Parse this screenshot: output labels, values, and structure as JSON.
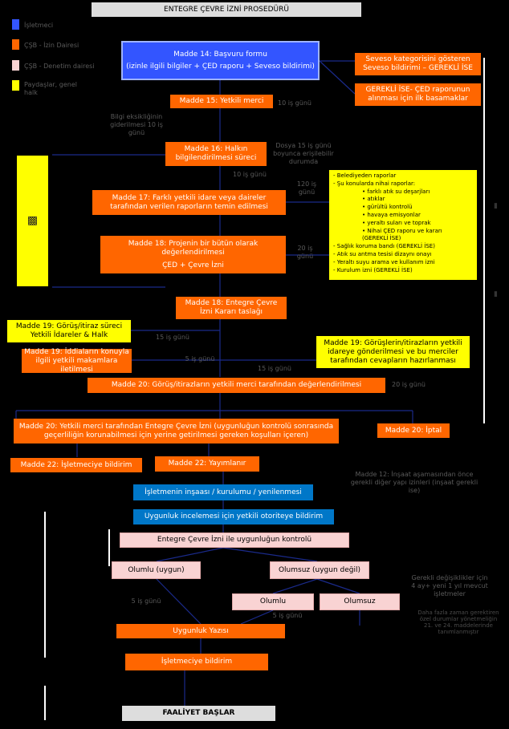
{
  "title": "ENTEGRE ÇEVRE İZNİ PROSEDÜRÜ",
  "legend": [
    {
      "label": "İşletmeci",
      "color": "#3355ff"
    },
    {
      "label": "ÇŞB - İzin Dairesi",
      "color": "#ff6600"
    },
    {
      "label": "ÇŞB - Denetim dairesi",
      "color": "#f9d3d3"
    },
    {
      "label": "Paydaşlar, genel halk",
      "color": "#ffff00"
    }
  ],
  "boxes": {
    "m14": {
      "line1": "Madde 14: Başvuru formu",
      "line2": "(izinle ilgili bilgiler + ÇED raporu + Seveso bildirimi)"
    },
    "seveso": "Seveso kategorisini gösteren Seveso bildirimi – GEREKLİ İSE",
    "gerekli_ced": "GEREKLİ İSE- ÇED raporunun alınması için ilk basamaklar",
    "m15": "Madde 15: Yetkili merci",
    "m16": "Madde 16: Halkın bilgilendirilmesi süreci",
    "m17": "Madde 17: Farklı yetkili idare veya daireler tarafından verilen raporların temin edilmesi",
    "m18a": {
      "line1": "Madde 18: Projenin bir bütün olarak değerlendirilmesi",
      "line2": "ÇED + Çevre İzni"
    },
    "m18b": "Madde 18: Entegre Çevre İzni Kararı taslağı",
    "m19a": "Madde 19: Görüş/itiraz süreci Yetkili İdareler & Halk",
    "m19b": "Madde 19: İddiaların konuyla ilgili yetkili makamlara iletilmesi",
    "m19c": "Madde 19: Görüşlerin/itirazların yetkili idareye gönderilmesi ve bu merciler tarafından cevapların hazırlanması",
    "m20a": "Madde 20: Görüş/itirazların yetkili merci tarafından değerlendirilmesi",
    "m20b": "Madde 20: Yetkili merci tarafından Entegre Çevre İzni (uygunluğun kontrolü sonrasında geçerliliğin korunabilmesi için yerine getirilmesi gereken koşulları içeren)",
    "m20c": "Madde 20: İptal",
    "m22a": "Madde 22: İşletmeciye bildirim",
    "m22b": "Madde 22: Yayımlanır",
    "insaat": "İşletmenin inşaası / kurulumu / yenilenmesi",
    "uygunluk_inc": "Uygunluk incelemesi için yetkili otoriteye bildirim",
    "kontrol": "Entegre Çevre İzni ile uygunluğun kontrolü",
    "olumlu1": "Olumlu (uygun)",
    "olumsuz1": "Olumsuz (uygun değil)",
    "olumlu2": "Olumlu",
    "olumsuz2": "Olumsuz",
    "yazi": "Uygunluk Yazısı",
    "bildirim": "İşletmeciye bildirim",
    "faaliyet": "FAALİYET BAŞLAR"
  },
  "reports_list": [
    "- Belediyeden raporlar",
    "- Şu konularda nihai raporlar:",
    "• farklı atık su deşarjları",
    "• atıklar",
    "• gürültü kontrolü",
    "• havaya emisyonlar",
    "• yeraltı suları ve toprak",
    "• Nihai ÇED raporu ve kararı",
    "(GEREKLİ İSE)",
    "- Sağlık koruma bandı (GEREKLİ İSE)",
    "- Atık su arıtma tesisi dizaynı onayı",
    "- Yeraltı suyu arama ve kullanım izni",
    "- Kurulum izni (GEREKLİ İSE)"
  ],
  "labels": {
    "d10": "10 iş günü",
    "bilgi": "Bilgi eksikliğinin giderilmesi 10 iş günü",
    "dosya": "Dosya 15 iş günü boyunca erişilebilir durumda",
    "d10b": "10 iş günü",
    "d120": "120 iş günü",
    "d20": "20 iş günü",
    "d15a": "15 iş günü",
    "d5a": "5 iş günü",
    "d15b": "15 iş günü",
    "d20b": "20 iş günü",
    "madde12": "Madde 12: İnşaat aşamasından önce gerekli diğer yapı izinleri (inşaat gerekli ise)",
    "d5b": "5 iş günü",
    "d5c": "5 iş günü",
    "gerekli_deg": "Gerekli değişiklikler için 4 ay+ yeni 1 yıl mevcut işletmeler",
    "daha_fazla": "Daha fazla zaman gerektiren özel durumlar yönetmeliğin 21. ve 24. maddelerinde tanımlanmıştır"
  },
  "icons": [
    "car-icon",
    "right-side-icon-top",
    "right-side-icon-bottom"
  ]
}
